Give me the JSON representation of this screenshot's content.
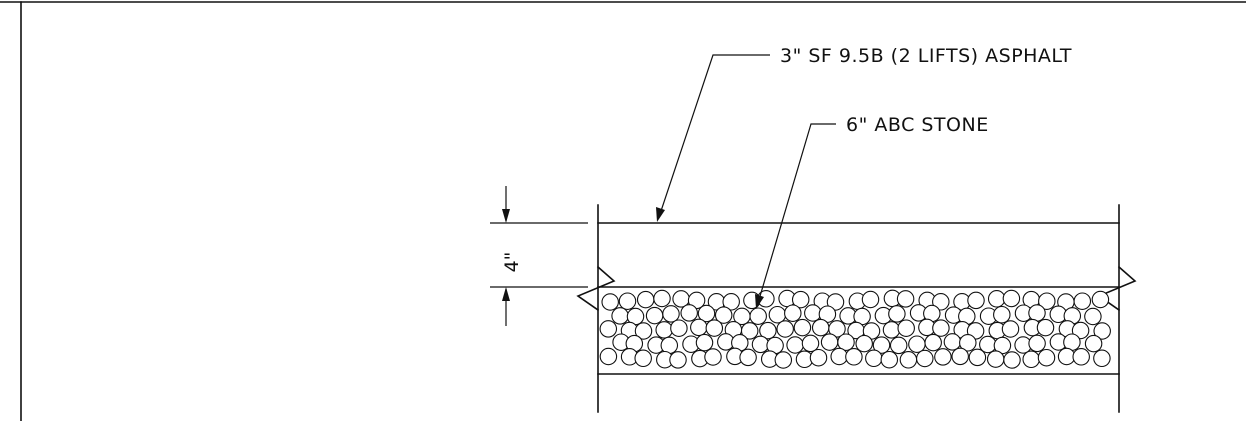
{
  "callouts": {
    "asphalt": "3\" SF 9.5B (2 LIFTS) ASPHALT",
    "stone": "6\" ABC STONE"
  },
  "dimension": {
    "asphalt_thickness": "4\""
  },
  "colors": {
    "line": "#111111",
    "background": "#ffffff"
  }
}
